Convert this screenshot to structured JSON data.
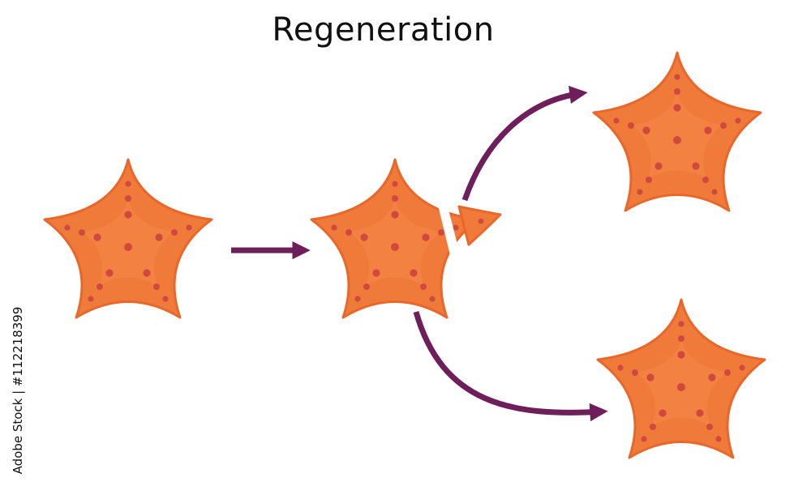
{
  "title": "Regeneration",
  "stock_id": "Adobe Stock | #112218399",
  "colors": {
    "starfish_fill": "#f07a3a",
    "starfish_shade": "#e8672a",
    "starfish_spots": "#cf4a3e",
    "arrow": "#6e1e5a"
  },
  "diagram": {
    "stages": [
      "whole starfish",
      "starfish with severed arm",
      "regenerated starfish",
      "regenerated starfish"
    ],
    "arrows": [
      "whole to cut",
      "cut to regenerated (top)",
      "cut to regenerated (bottom)"
    ]
  }
}
